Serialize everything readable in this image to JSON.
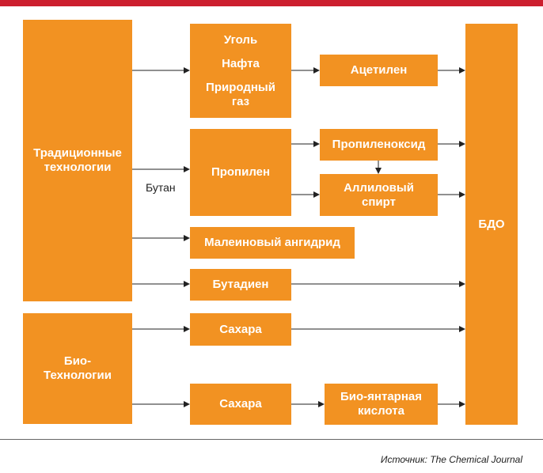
{
  "colors": {
    "accent_bar": "#cc1f2e",
    "box": "#f29222",
    "line": "#222222",
    "rule": "#666666"
  },
  "traditional": {
    "l1": "Традиционные",
    "l2": "технологии"
  },
  "bio": {
    "l1": "Био-",
    "l2": "Технологии"
  },
  "raw": {
    "coal": "Уголь",
    "naphtha": "Нафта",
    "gas_l1": "Природный",
    "gas_l2": "газ"
  },
  "acetylene": "Ацетилен",
  "propylene": "Пропилен",
  "butane": "Бутан",
  "propylene_oxide": "Пропиленоксид",
  "allyl_alcohol": {
    "l1": "Аллиловый",
    "l2": "спирт"
  },
  "maleic_anhydride": "Малеиновый ангидрид",
  "butadiene": "Бутадиен",
  "sugar_top": "Сахара",
  "sugar_bottom": "Сахара",
  "bio_succinic": {
    "l1": "Био-янтарная",
    "l2": "кислота"
  },
  "bdo": "БДО",
  "source": "Источник: The Chemical Journal"
}
